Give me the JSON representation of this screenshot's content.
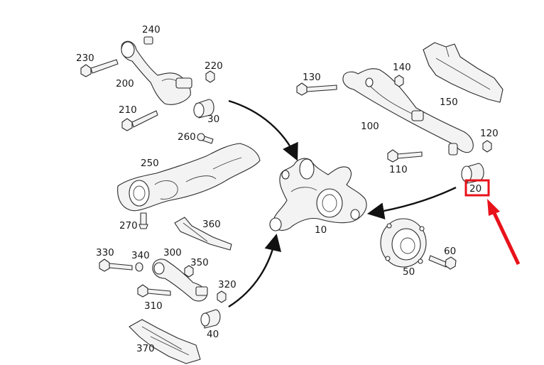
{
  "diagram": {
    "labels": {
      "p10": "10",
      "p20": "20",
      "p30": "30",
      "p40": "40",
      "p50": "50",
      "p60": "60",
      "p100": "100",
      "p110": "110",
      "p120": "120",
      "p130": "130",
      "p140": "140",
      "p150": "150",
      "p200": "200",
      "p210": "210",
      "p220": "220",
      "p230": "230",
      "p240": "240",
      "p250": "250",
      "p260": "260",
      "p270": "270",
      "p300": "300",
      "p310": "310",
      "p320": "320",
      "p330": "330",
      "p340": "340",
      "p350": "350",
      "p360": "360",
      "p370": "370"
    },
    "highlighted_label": "20",
    "colors": {
      "highlight": "#e8121b",
      "line": "#111111",
      "part_fill": "#f3f3f3"
    }
  }
}
